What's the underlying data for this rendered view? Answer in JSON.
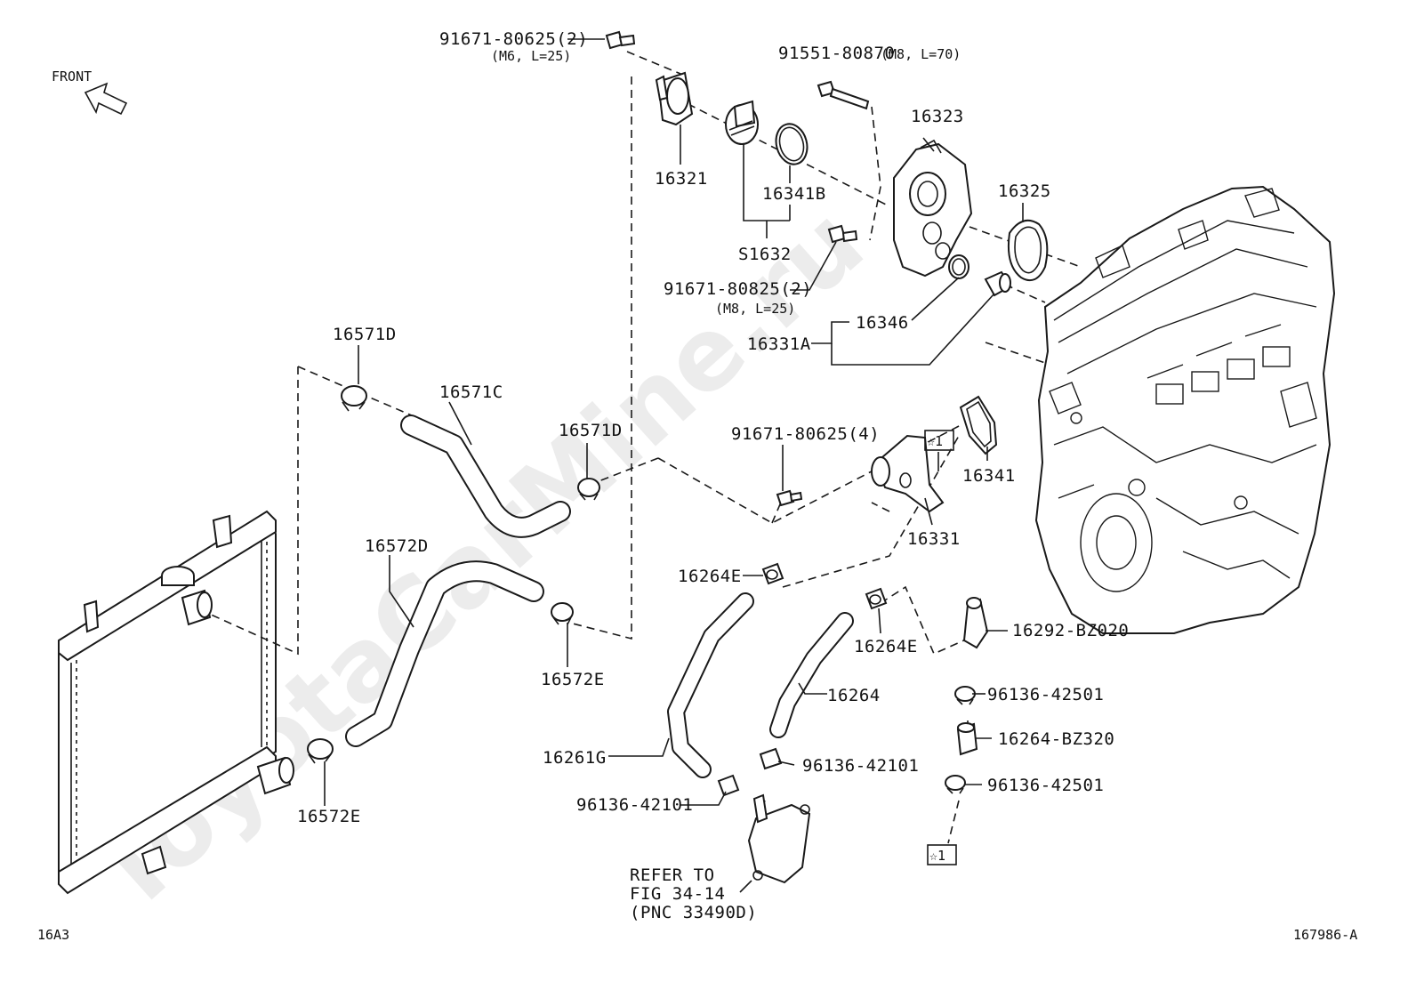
{
  "watermark": "ToyotaCarMine.ru",
  "orientation_label": "FRONT",
  "figure_code": "16A3",
  "illustration_id": "167986-A",
  "callout_symbol": "☆1",
  "refer_note": [
    "REFER TO",
    "FIG 34-14",
    "(PNC 33490D)"
  ],
  "parts": {
    "bolt_top": "91671-80625(2)",
    "bolt_top_spec": "(M6, L=25)",
    "stud_bolt": "91551-80870",
    "stud_bolt_spec": "(M8, L=70)",
    "water_inlet": "16321",
    "thermostat_gasket": "16341B",
    "thermostat_set": "S1632",
    "thermostat_housing": "16323",
    "housing_gasket": "16325",
    "bolt_mid": "91671-80825(2)",
    "bolt_mid_spec": "(M8, L=25)",
    "o_ring": "16346",
    "bypass_pipe_set": "16331A",
    "clamp_upper_left": "16571D",
    "upper_hose": "16571C",
    "clamp_upper_right": "16571D",
    "bolt_outlet": "91671-80625(4)",
    "outlet_gasket": "16341",
    "water_outlet": "16331",
    "lower_hose": "16572D",
    "clamp_lower_mid": "16572E",
    "clamp_lower_left": "16572E",
    "clamp_hose_a": "16264E",
    "clamp_hose_b": "16264E",
    "bypass_hose": "16264",
    "hose_fitting": "16292-BZ020",
    "clip_a": "96136-42501",
    "short_hose": "16264-BZ320",
    "clip_b": "96136-42501",
    "heater_hose": "16261G",
    "clip_c": "96136-42101",
    "clip_d": "96136-42101"
  }
}
